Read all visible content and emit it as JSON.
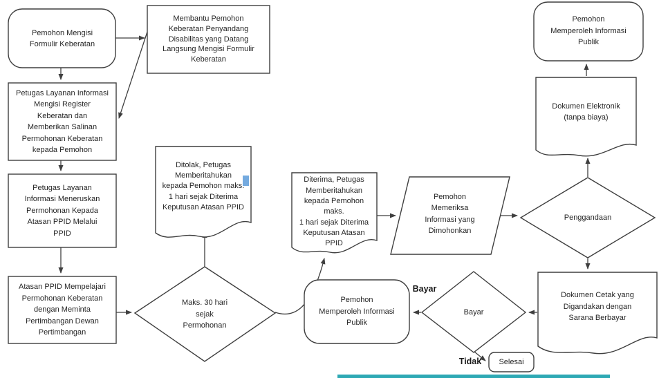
{
  "diagram": {
    "nodes": {
      "start": {
        "label": "Pemohon Mengisi\nFormulir Keberatan",
        "shape": "rounded-rect"
      },
      "disability": {
        "label": "Membantu Pemohon\nKeberatan Penyandang\nDisabilitas yang Datang\nLangsung Mengisi Formulir\nKeberatan",
        "shape": "rect"
      },
      "register": {
        "label": "Petugas Layanan Informasi\nMengisi Register\nKeberatan dan\nMemberikan Salinan\nPermohonan Keberatan\nkepada Pemohon",
        "shape": "rect"
      },
      "forward": {
        "label": "Petugas Layanan\nInformasi Meneruskan\nPermohonan Kepada\nAtasan PPID Melalui\nPPID",
        "shape": "rect"
      },
      "review": {
        "label": "Atasan PPID Mempelajari\nPermohonan Keberatan\ndengan Meminta\nPertimbangan Dewan\nPertimbangan",
        "shape": "rect"
      },
      "decision30": {
        "label": "Maks. 30 hari\nsejak\nPermohonan",
        "shape": "diamond"
      },
      "ditolak": {
        "label": "Ditolak, Petugas\nMemberitahukan\nkepada Pemohon maks.\n1 hari sejak Diterima\nKeputusan Atasan PPID",
        "shape": "document"
      },
      "diterima": {
        "label": "Diterima, Petugas\nMemberitahukan\nkepada Pemohon maks.\n1 hari sejak Diterima\nKeputusan Atasan PPID",
        "shape": "document"
      },
      "periksa": {
        "label": "Pemohon\nMemeriksa\nInformasi yang\nDimohonkan",
        "shape": "parallelogram"
      },
      "penggandaan": {
        "label": "Penggandaan",
        "shape": "diamond"
      },
      "publik_atas": {
        "label": "Pemohon\nMemperoleh Informasi\nPublik",
        "shape": "rounded-rect"
      },
      "elektronik": {
        "label": "Dokumen Elektronik\n(tanpa biaya)",
        "shape": "document"
      },
      "cetak": {
        "label": "Dokumen Cetak yang\nDigandakan dengan\nSarana Berbayar",
        "shape": "document"
      },
      "bayar": {
        "label": "Bayar",
        "shape": "diamond"
      },
      "publik_bawah": {
        "label": "Pemohon\nMemperoleh Informasi\nPublik",
        "shape": "rounded-rect"
      },
      "selesai": {
        "label": "Selesai",
        "shape": "rounded-rect"
      }
    },
    "edge_labels": {
      "bayar": "Bayar",
      "tidak": "Tidak"
    },
    "colors": {
      "stroke": "#3f3f3f",
      "text": "#262626",
      "highlight_blue": "#74aadf",
      "teal_bar": "#2ea9b4",
      "background": "#ffffff"
    }
  }
}
